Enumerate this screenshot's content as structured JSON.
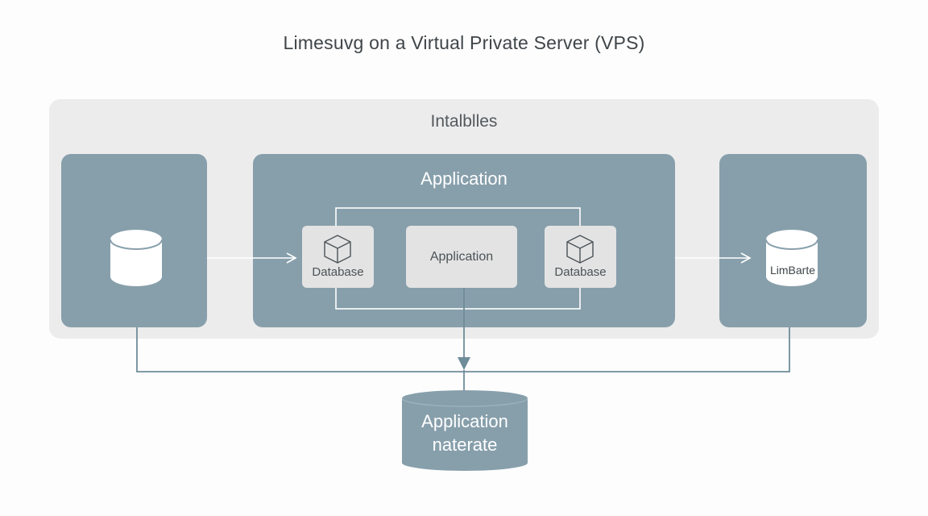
{
  "title": "Limesu­vg on a Virtual Private Server (VPS)",
  "outer_panel": {
    "label": "Intalblles"
  },
  "center_panel": {
    "label": "Application"
  },
  "inner_cards": {
    "left_db_label": "Database",
    "app_label": "Application",
    "right_db_label": "Database"
  },
  "right_box": {
    "label": "LimBarte"
  },
  "bottom_node": {
    "line1": "Application",
    "line2": "naterate"
  },
  "colors": {
    "panel_blue": "#879fab",
    "outer_gray": "#ececec",
    "card_gray": "#e3e3e3",
    "connector": "#6f8c99"
  },
  "icons": [
    "cylinder-icon",
    "cube-icon",
    "arrow-icon"
  ]
}
